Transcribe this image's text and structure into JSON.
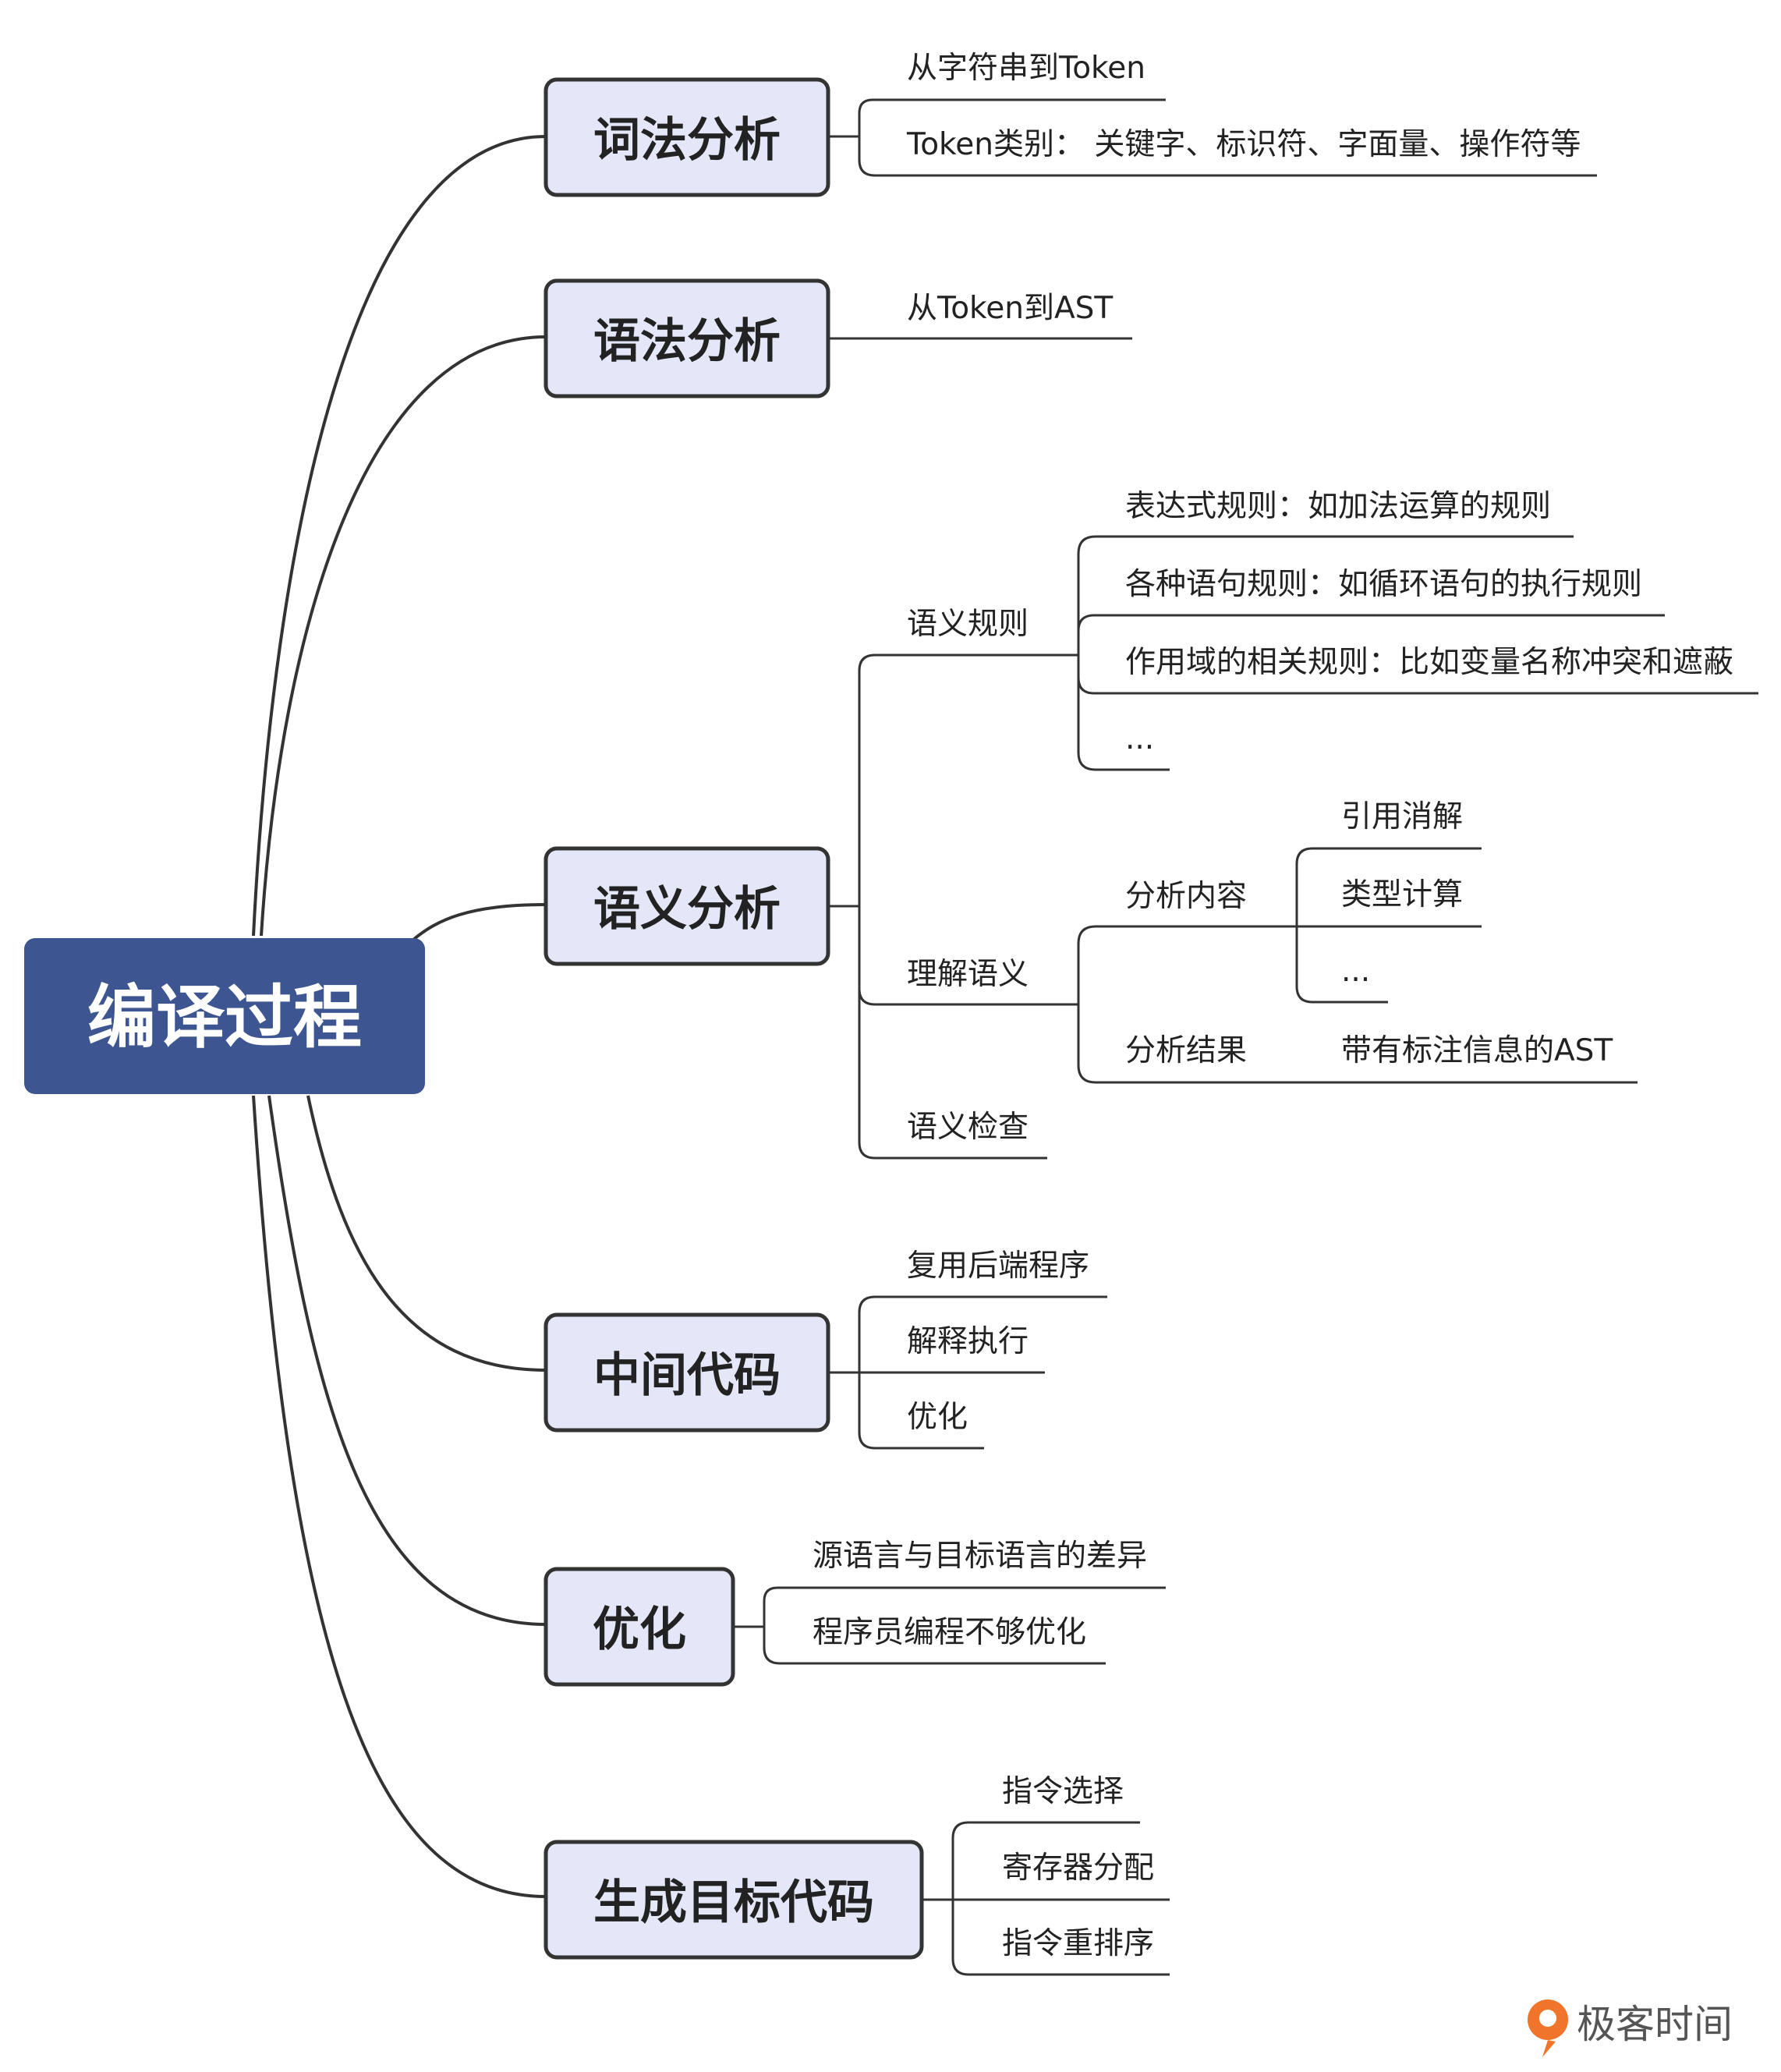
{
  "root": {
    "label": "编译过程"
  },
  "branches": [
    {
      "label": "词法分析",
      "children": [
        {
          "label": "从字符串到Token"
        },
        {
          "label": "Token类别： 关键字、标识符、字面量、操作符等"
        }
      ]
    },
    {
      "label": "语法分析",
      "children": [
        {
          "label": "从Token到AST"
        }
      ]
    },
    {
      "label": "语义分析",
      "children": [
        {
          "label": "语义规则",
          "children": [
            {
              "label": "表达式规则：如加法运算的规则"
            },
            {
              "label": "各种语句规则：如循环语句的执行规则"
            },
            {
              "label": "作用域的相关规则：比如变量名称冲突和遮蔽"
            },
            {
              "label": "..."
            }
          ]
        },
        {
          "label": "理解语义",
          "children": [
            {
              "label": "分析内容",
              "children": [
                {
                  "label": "引用消解"
                },
                {
                  "label": "类型计算"
                },
                {
                  "label": "..."
                }
              ]
            },
            {
              "label": "分析结果",
              "children": [
                {
                  "label": "带有标注信息的AST"
                }
              ]
            }
          ]
        },
        {
          "label": "语义检查"
        }
      ]
    },
    {
      "label": "中间代码",
      "children": [
        {
          "label": "复用后端程序"
        },
        {
          "label": "解释执行"
        },
        {
          "label": "优化"
        }
      ]
    },
    {
      "label": "优化",
      "children": [
        {
          "label": "源语言与目标语言的差异"
        },
        {
          "label": "程序员编程不够优化"
        }
      ]
    },
    {
      "label": "生成目标代码",
      "children": [
        {
          "label": "指令选择"
        },
        {
          "label": "寄存器分配"
        },
        {
          "label": "指令重排序"
        }
      ]
    }
  ],
  "watermark": {
    "label": "极客时间",
    "icon": "geektime-logo-icon"
  },
  "colors": {
    "root_fill": "#3d5590",
    "branch_fill": "#e3e7f7",
    "branch_border": "#333333",
    "line": "#333333",
    "logo_orange": "#f0752b"
  }
}
